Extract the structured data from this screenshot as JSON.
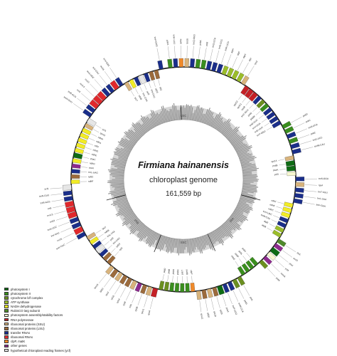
{
  "title": "Firmiana hainanensis",
  "subtitle": "chloroplast genome",
  "length": "161,559 bp",
  "regions": [
    "LSC",
    "IRA",
    "SSC",
    "IRB"
  ],
  "legend": [
    {
      "label": "photosystem I",
      "color": "#0e6b14"
    },
    {
      "label": "photosystem II",
      "color": "#3a8e1e"
    },
    {
      "label": "cytochrome b/f complex",
      "color": "#6b8f20"
    },
    {
      "label": "ATP synthase",
      "color": "#9bbd2a"
    },
    {
      "label": "NADH dehydrogenase",
      "color": "#f2ec25"
    },
    {
      "label": "RubisCO larg subunit",
      "color": "#4f8a2b"
    },
    {
      "label": "photosystem assembly/stability factors",
      "color": "#f7f7d0"
    },
    {
      "label": "RNA polymerase",
      "color": "#c42026"
    },
    {
      "label": "ribosomal proteins (SSU)",
      "color": "#d8b37c"
    },
    {
      "label": "ribosomal proteins (LSU)",
      "color": "#9c6b3c"
    },
    {
      "label": "transfer RNAs",
      "color": "#1a2e8a"
    },
    {
      "label": "ribosomal RNAs",
      "color": "#e0282c"
    },
    {
      "label": "clpP, matK",
      "color": "#f08a2a"
    },
    {
      "label": "other genes",
      "color": "#8d2a8e"
    },
    {
      "label": "hypothetical chloroplast reading frames (ycf)",
      "color": "#e6e6e6"
    }
  ],
  "genes": [
    {
      "name": "psbA",
      "cat": 1,
      "outer": true
    },
    {
      "name": "trnK-UUU",
      "cat": 10,
      "outer": true
    },
    {
      "name": "matK",
      "cat": 12,
      "outer": true
    },
    {
      "name": "rps16",
      "cat": 8,
      "outer": true
    },
    {
      "name": "trnQ-UUG",
      "cat": 10,
      "outer": true
    },
    {
      "name": "psbK",
      "cat": 1,
      "outer": true
    },
    {
      "name": "psbI",
      "cat": 1,
      "outer": true
    },
    {
      "name": "trnS-GCU",
      "cat": 10,
      "outer": true
    },
    {
      "name": "trnG-GCC",
      "cat": 10,
      "outer": true
    },
    {
      "name": "trnR-UCU",
      "cat": 10,
      "outer": true
    },
    {
      "name": "atpA",
      "cat": 3,
      "outer": true
    },
    {
      "name": "atpF",
      "cat": 3,
      "outer": true
    },
    {
      "name": "atpH",
      "cat": 3,
      "outer": true
    },
    {
      "name": "atpI",
      "cat": 3,
      "outer": true
    },
    {
      "name": "rps2",
      "cat": 8,
      "outer": true
    },
    {
      "name": "rpoC2",
      "cat": 7,
      "outer": false
    },
    {
      "name": "rpoC1",
      "cat": 7,
      "outer": false
    },
    {
      "name": "rpoB",
      "cat": 7,
      "outer": false
    },
    {
      "name": "trnC-GCA",
      "cat": 10,
      "outer": false
    },
    {
      "name": "petN",
      "cat": 2,
      "outer": false
    },
    {
      "name": "psbM",
      "cat": 1,
      "outer": false
    },
    {
      "name": "trnD-GUC",
      "cat": 10,
      "outer": false
    },
    {
      "name": "trnY-GUA",
      "cat": 10,
      "outer": false
    },
    {
      "name": "trnE-UUC",
      "cat": 10,
      "outer": false
    },
    {
      "name": "trnT-GGU",
      "cat": 10,
      "outer": false
    },
    {
      "name": "psbD",
      "cat": 1,
      "outer": true
    },
    {
      "name": "psbC",
      "cat": 1,
      "outer": true
    },
    {
      "name": "trnS-UGA",
      "cat": 10,
      "outer": true
    },
    {
      "name": "psbZ",
      "cat": 1,
      "outer": true
    },
    {
      "name": "trnG-UCC",
      "cat": 10,
      "outer": true
    },
    {
      "name": "trnfM-CAU",
      "cat": 10,
      "outer": true
    },
    {
      "name": "rps14",
      "cat": 8,
      "outer": false
    },
    {
      "name": "psaB",
      "cat": 0,
      "outer": false
    },
    {
      "name": "psaA",
      "cat": 0,
      "outer": false
    },
    {
      "name": "ycf3",
      "cat": 6,
      "outer": false
    },
    {
      "name": "trnS-GGA",
      "cat": 10,
      "outer": true
    },
    {
      "name": "rps4",
      "cat": 8,
      "outer": true
    },
    {
      "name": "trnT-UGU",
      "cat": 10,
      "outer": true
    },
    {
      "name": "trnL-UAA",
      "cat": 10,
      "outer": true
    },
    {
      "name": "trnF-GAA",
      "cat": 10,
      "outer": true
    },
    {
      "name": "ndhJ",
      "cat": 4,
      "outer": false
    },
    {
      "name": "ndhK",
      "cat": 4,
      "outer": false
    },
    {
      "name": "ndhC",
      "cat": 4,
      "outer": false
    },
    {
      "name": "trnV-UAC",
      "cat": 10,
      "outer": false
    },
    {
      "name": "trnM-CAU",
      "cat": 10,
      "outer": false
    },
    {
      "name": "atpE",
      "cat": 3,
      "outer": false
    },
    {
      "name": "atpB",
      "cat": 3,
      "outer": false
    },
    {
      "name": "rbcL",
      "cat": 5,
      "outer": true
    },
    {
      "name": "accD",
      "cat": 13,
      "outer": true
    },
    {
      "name": "psaI",
      "cat": 0,
      "outer": true
    },
    {
      "name": "ycf4",
      "cat": 6,
      "outer": true
    },
    {
      "name": "cemA",
      "cat": 13,
      "outer": true
    },
    {
      "name": "petA",
      "cat": 2,
      "outer": true
    },
    {
      "name": "psbJ",
      "cat": 1,
      "outer": false
    },
    {
      "name": "psbL",
      "cat": 1,
      "outer": false
    },
    {
      "name": "psbF",
      "cat": 1,
      "outer": false
    },
    {
      "name": "psbE",
      "cat": 1,
      "outer": false
    },
    {
      "name": "petL",
      "cat": 2,
      "outer": true
    },
    {
      "name": "petG",
      "cat": 2,
      "outer": true
    },
    {
      "name": "trnW-CCA",
      "cat": 10,
      "outer": true
    },
    {
      "name": "trnP-UGG",
      "cat": 10,
      "outer": true
    },
    {
      "name": "psaJ",
      "cat": 0,
      "outer": true
    },
    {
      "name": "rpl33",
      "cat": 9,
      "outer": true
    },
    {
      "name": "rps18",
      "cat": 8,
      "outer": true
    },
    {
      "name": "rpl20",
      "cat": 9,
      "outer": true
    },
    {
      "name": "rps12",
      "cat": 8,
      "outer": true
    },
    {
      "name": "clpP",
      "cat": 12,
      "outer": false
    },
    {
      "name": "psbB",
      "cat": 1,
      "outer": false
    },
    {
      "name": "psbT",
      "cat": 1,
      "outer": false
    },
    {
      "name": "psbN",
      "cat": 1,
      "outer": false
    },
    {
      "name": "psbH",
      "cat": 1,
      "outer": false
    },
    {
      "name": "petB",
      "cat": 2,
      "outer": false
    },
    {
      "name": "petD",
      "cat": 2,
      "outer": false
    },
    {
      "name": "rpoA",
      "cat": 7,
      "outer": true
    },
    {
      "name": "rps11",
      "cat": 8,
      "outer": true
    },
    {
      "name": "rpl36",
      "cat": 9,
      "outer": true
    },
    {
      "name": "infA",
      "cat": 13,
      "outer": true
    },
    {
      "name": "rps8",
      "cat": 8,
      "outer": true
    },
    {
      "name": "rpl14",
      "cat": 9,
      "outer": true
    },
    {
      "name": "rpl16",
      "cat": 9,
      "outer": true
    },
    {
      "name": "rps3",
      "cat": 8,
      "outer": true
    },
    {
      "name": "rpl22",
      "cat": 9,
      "outer": true
    },
    {
      "name": "rps19",
      "cat": 8,
      "outer": true
    },
    {
      "name": "rpl2",
      "cat": 9,
      "outer": false
    },
    {
      "name": "rpl23",
      "cat": 9,
      "outer": false
    },
    {
      "name": "trnI-CAU",
      "cat": 10,
      "outer": false
    },
    {
      "name": "ycf2",
      "cat": 14,
      "outer": false
    },
    {
      "name": "trnL-CAA",
      "cat": 10,
      "outer": false
    },
    {
      "name": "ndhB",
      "cat": 4,
      "outer": false
    },
    {
      "name": "rps7",
      "cat": 8,
      "outer": false
    },
    {
      "name": "trnV-GAC",
      "cat": 10,
      "outer": true
    },
    {
      "name": "rrn16",
      "cat": 11,
      "outer": true
    },
    {
      "name": "trnI-GAU",
      "cat": 10,
      "outer": true
    },
    {
      "name": "trnA-UGC",
      "cat": 10,
      "outer": true
    },
    {
      "name": "rrn23",
      "cat": 11,
      "outer": true
    },
    {
      "name": "rrn4.5",
      "cat": 11,
      "outer": true
    },
    {
      "name": "rrn5",
      "cat": 11,
      "outer": true
    },
    {
      "name": "trnR-ACG",
      "cat": 10,
      "outer": true
    },
    {
      "name": "trnN-GUU",
      "cat": 10,
      "outer": true
    },
    {
      "name": "ycf1",
      "cat": 14,
      "outer": true
    },
    {
      "name": "ndhF",
      "cat": 4,
      "outer": false
    },
    {
      "name": "rpl32",
      "cat": 9,
      "outer": false
    },
    {
      "name": "trnL-UAG",
      "cat": 10,
      "outer": false
    },
    {
      "name": "ccsA",
      "cat": 13,
      "outer": false
    },
    {
      "name": "ndhD",
      "cat": 4,
      "outer": false
    },
    {
      "name": "psaC",
      "cat": 0,
      "outer": false
    },
    {
      "name": "ndhE",
      "cat": 4,
      "outer": false
    },
    {
      "name": "ndhG",
      "cat": 4,
      "outer": false
    },
    {
      "name": "ndhI",
      "cat": 4,
      "outer": false
    },
    {
      "name": "ndhA",
      "cat": 4,
      "outer": false
    },
    {
      "name": "ndhH",
      "cat": 4,
      "outer": false
    },
    {
      "name": "rps15",
      "cat": 8,
      "outer": false
    },
    {
      "name": "ycf1",
      "cat": 14,
      "outer": false
    },
    {
      "name": "trnN-GUU",
      "cat": 10,
      "outer": true
    },
    {
      "name": "trnR-ACG",
      "cat": 10,
      "outer": true
    },
    {
      "name": "rrn5",
      "cat": 11,
      "outer": true
    },
    {
      "name": "rrn4.5",
      "cat": 11,
      "outer": true
    },
    {
      "name": "rrn23",
      "cat": 11,
      "outer": true
    },
    {
      "name": "trnA-UGC",
      "cat": 10,
      "outer": true
    },
    {
      "name": "trnI-GAU",
      "cat": 10,
      "outer": true
    },
    {
      "name": "rrn16",
      "cat": 11,
      "outer": true
    },
    {
      "name": "trnV-GAC",
      "cat": 10,
      "outer": true
    },
    {
      "name": "rps7",
      "cat": 8,
      "outer": false
    },
    {
      "name": "ndhB",
      "cat": 4,
      "outer": false
    },
    {
      "name": "trnL-CAA",
      "cat": 10,
      "outer": false
    },
    {
      "name": "ycf2",
      "cat": 14,
      "outer": false
    },
    {
      "name": "trnI-CAU",
      "cat": 10,
      "outer": false
    },
    {
      "name": "rpl23",
      "cat": 9,
      "outer": false
    },
    {
      "name": "rpl2",
      "cat": 9,
      "outer": false
    },
    {
      "name": "trnH-GUG",
      "cat": 10,
      "outer": true
    }
  ]
}
